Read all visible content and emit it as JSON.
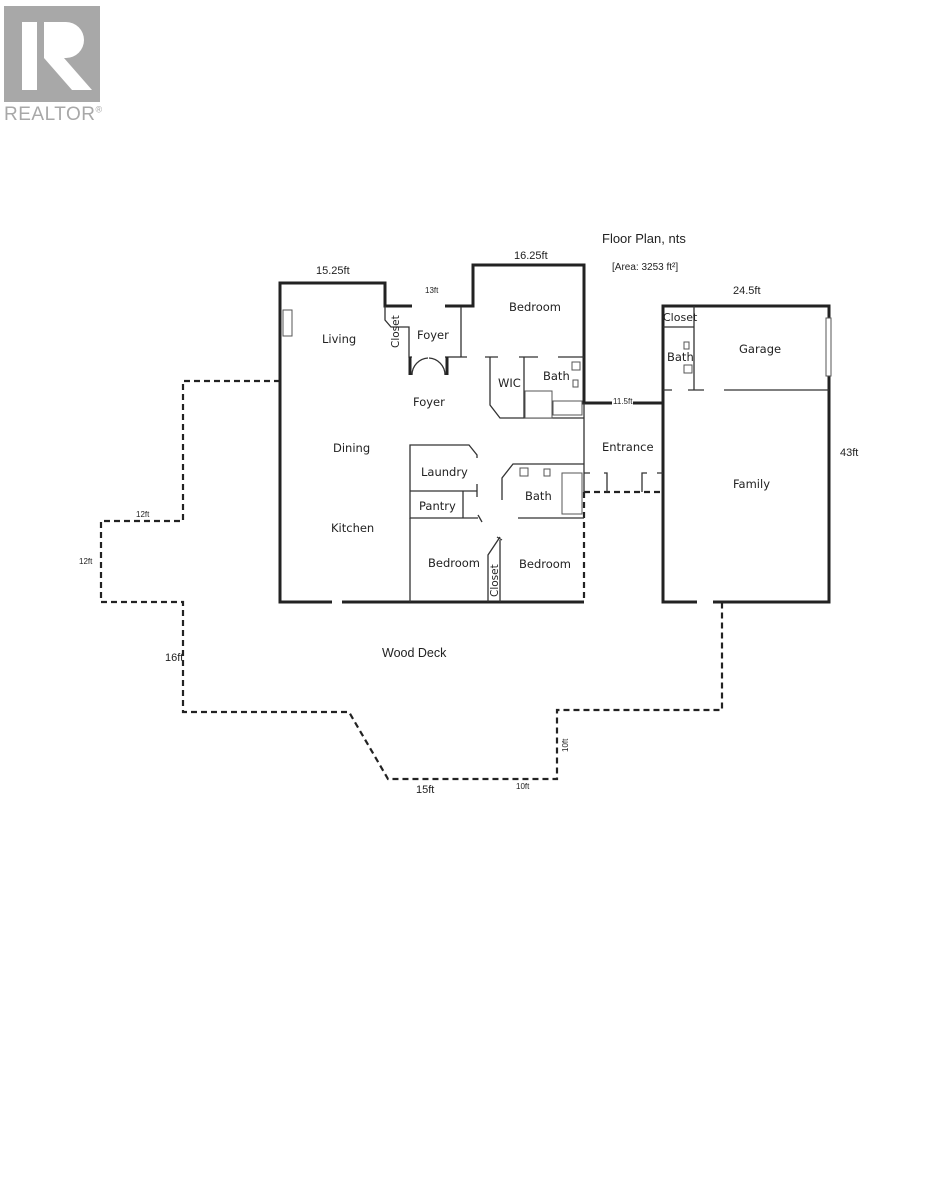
{
  "logo": {
    "text": "REALTOR",
    "mark": "®"
  },
  "title": "Floor Plan, nts",
  "area": "[Area: 3253 ft²]",
  "dimensions": {
    "living_width": "15.25ft",
    "foyer_width": "13ft",
    "bedroom_width": "16.25ft",
    "garage_width": "24.5ft",
    "entrance_width": "11.5ft",
    "family_depth": "43ft",
    "deck_left_width": "12ft",
    "deck_left_depth": "12ft",
    "deck_side": "16ft",
    "deck_bottom": "15ft",
    "deck_bottom_right": "10ft",
    "deck_right_side": "10ft"
  },
  "rooms": {
    "living": "Living",
    "closet_foyer": "Closet",
    "foyer_upper": "Foyer",
    "bedroom_main": "Bedroom",
    "wic": "WIC",
    "bath_main": "Bath",
    "foyer": "Foyer",
    "dining": "Dining",
    "laundry": "Laundry",
    "pantry": "Pantry",
    "kitchen": "Kitchen",
    "bath_hall": "Bath",
    "bedroom_left": "Bedroom",
    "closet_bed": "Closet",
    "bedroom_right": "Bedroom",
    "entrance": "Entrance",
    "closet_garage": "Closet",
    "bath_garage": "Bath",
    "garage": "Garage",
    "family": "Family",
    "wood_deck": "Wood Deck"
  }
}
